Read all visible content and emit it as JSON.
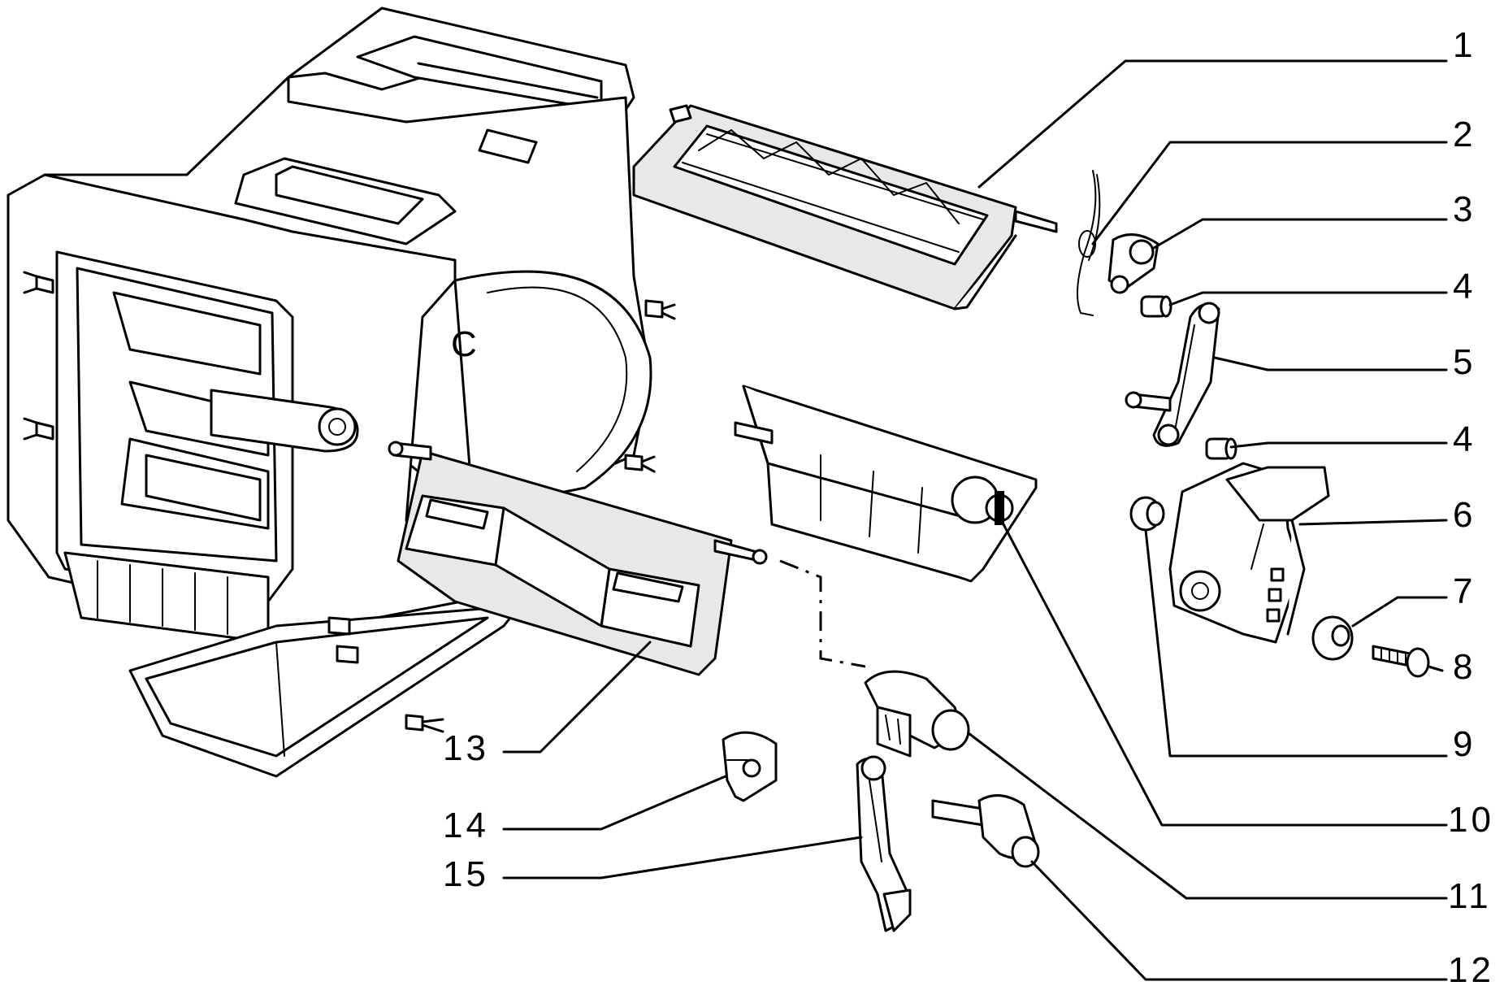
{
  "diagram": {
    "callouts": [
      {
        "id": "c1",
        "label": "1"
      },
      {
        "id": "c2",
        "label": "2"
      },
      {
        "id": "c3",
        "label": "3"
      },
      {
        "id": "c4a",
        "label": "4"
      },
      {
        "id": "c5",
        "label": "5"
      },
      {
        "id": "c4b",
        "label": "4"
      },
      {
        "id": "c6",
        "label": "6"
      },
      {
        "id": "c7",
        "label": "7"
      },
      {
        "id": "c8",
        "label": "8"
      },
      {
        "id": "c9",
        "label": "9"
      },
      {
        "id": "c10",
        "label": "10"
      },
      {
        "id": "c11",
        "label": "11"
      },
      {
        "id": "c12",
        "label": "12"
      },
      {
        "id": "c13",
        "label": "13"
      },
      {
        "id": "c14",
        "label": "14"
      },
      {
        "id": "c15",
        "label": "15"
      }
    ],
    "housing_mark": "C"
  }
}
